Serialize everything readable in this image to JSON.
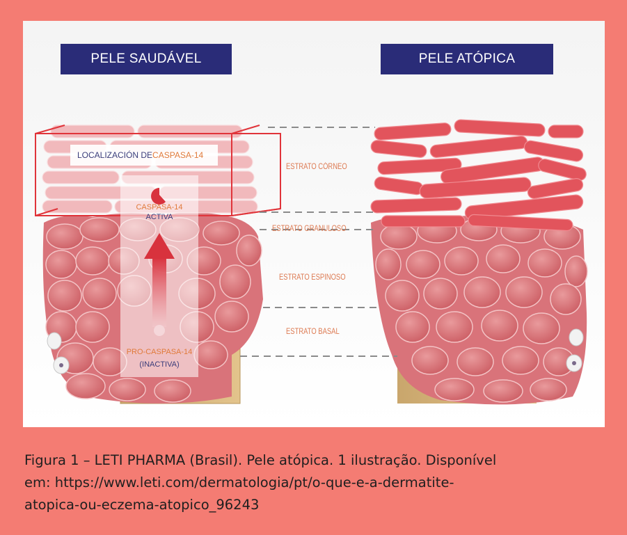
{
  "figure": {
    "banner_left": "PELE SAUDÁVEL",
    "banner_right": "PELE ATÓPICA",
    "layers": {
      "corneo": "ESTRATO CÓRNEO",
      "granuloso": "ESTRATO GRANULOSO",
      "espinoso": "ESTRATO ESPINOSO",
      "basal": "ESTRATO BASAL"
    },
    "localization_prefix": "LOCALIZACIÓN DE ",
    "localization_highlight": "CASPASA-14",
    "active_name": "CASPASA-14",
    "active_state": "ACTIVA",
    "pro_name": "PRO-CASPASA-14",
    "pro_state": "(INACTIVA)"
  },
  "caption": {
    "line1": "Figura 1 – LETI PHARMA (Brasil). Pele atópica. 1 ilustração. Disponível",
    "line2": "em: https://www.leti.com/dermatologia/pt/o-que-e-a-dermatite-",
    "line3": "atopica-ou-eczema-atopico_96243"
  },
  "colors": {
    "background": "#f47c73",
    "banner": "#2a2c78",
    "layer_label": "#dd7a52",
    "highlight_box": "#e0343a"
  }
}
